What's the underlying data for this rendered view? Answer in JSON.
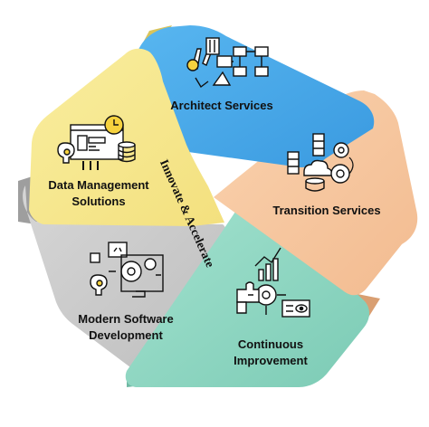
{
  "center_text": "Innovate & Accelerate",
  "segments": [
    {
      "id": "architect",
      "label": "Architect Services",
      "color": "#4aa9ea",
      "icon": "architecture-tools-network-icon"
    },
    {
      "id": "transition",
      "label": "Transition Services",
      "color": "#f7c9a3",
      "icon": "server-cloud-gears-icon"
    },
    {
      "id": "continuous",
      "label": "Continuous Improvement",
      "label_line1": "Continuous",
      "label_line2": "Improvement",
      "color": "#92d8c4",
      "icon": "chart-gear-puzzle-icon"
    },
    {
      "id": "modern",
      "label": "Modern Software Development",
      "label_line1": "Modern Software",
      "label_line2": "Development",
      "color": "#c8c8c8",
      "icon": "code-gears-lightbulb-icon"
    },
    {
      "id": "data",
      "label": "Data Management Solutions",
      "label_line1": "Data Management",
      "label_line2": "Solutions",
      "color": "#f6e79a",
      "icon": "dashboard-database-icon"
    }
  ]
}
